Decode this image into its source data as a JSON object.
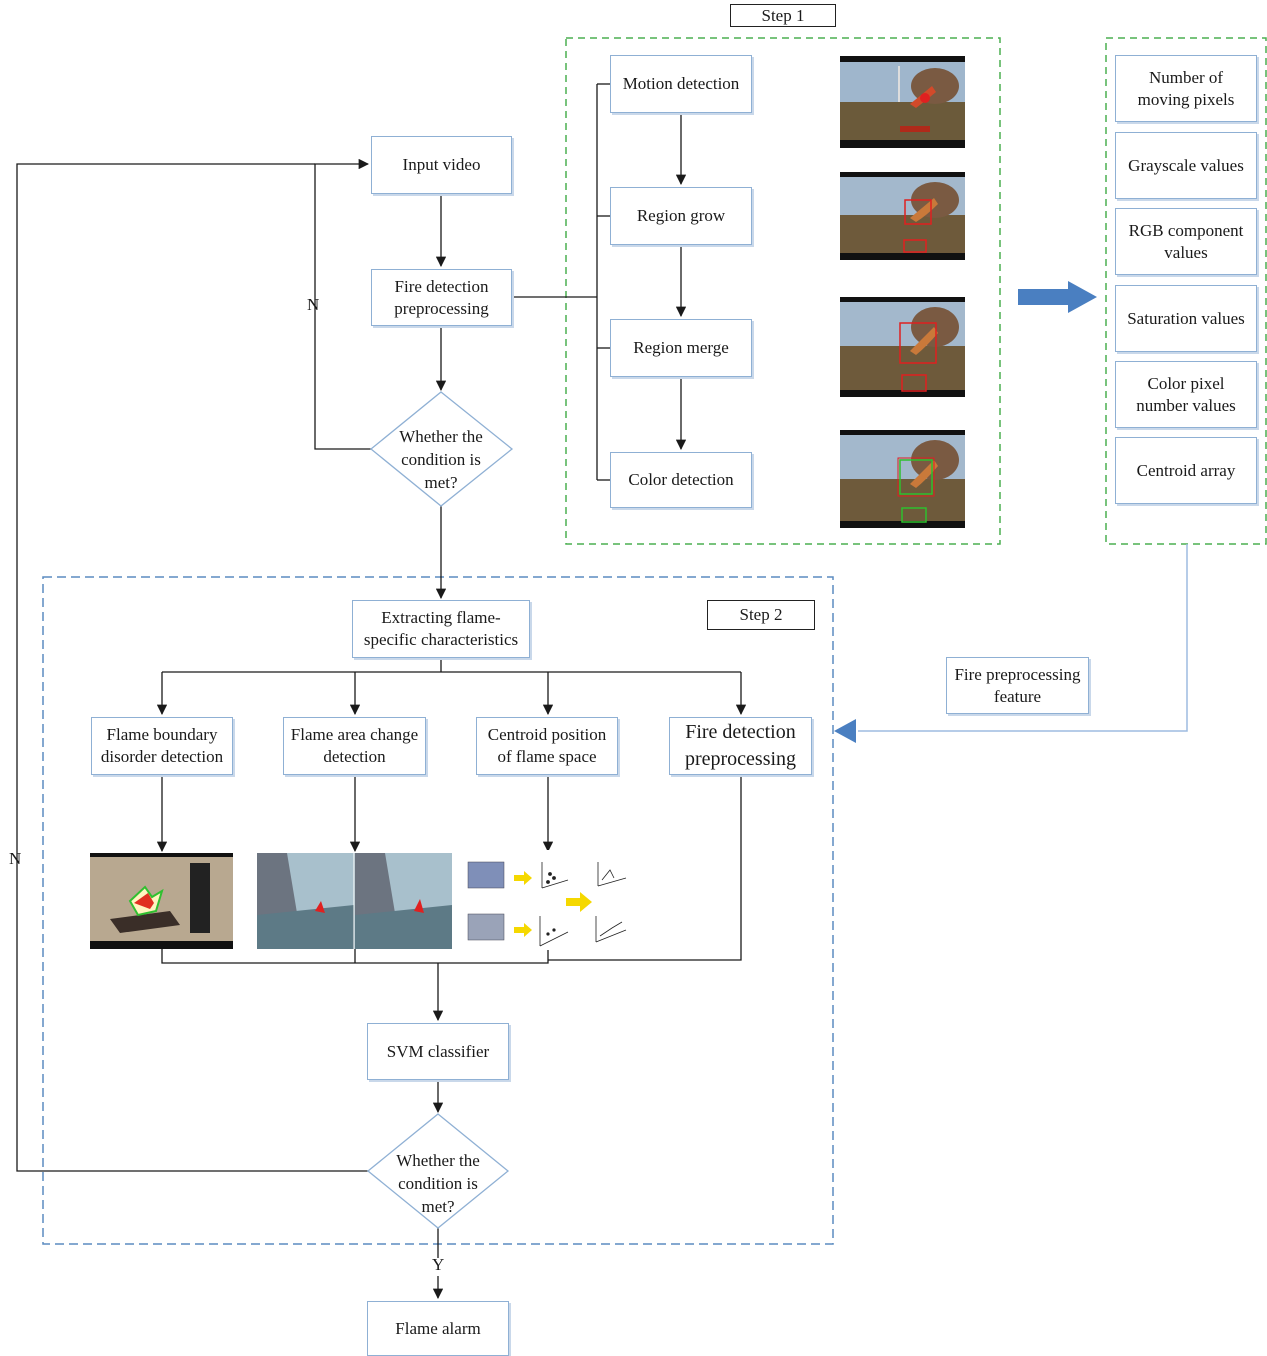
{
  "step1": {
    "label": "Step 1",
    "flow": {
      "input_video": "Input video",
      "preprocessing": "Fire detection\npreprocessing",
      "decision": "Whether the\ncondition is\nmet?",
      "no_label": "N"
    },
    "stages": [
      "Motion detection",
      "Region grow",
      "Region merge",
      "Color detection"
    ],
    "features": [
      "Number of\nmoving pixels",
      "Grayscale values",
      "RGB component\nvalues",
      "Saturation values",
      "Color pixel\nnumber values",
      "Centroid array"
    ]
  },
  "feature_link": "Fire preprocessing\nfeature",
  "step2": {
    "label": "Step 2",
    "extract": "Extracting flame-\nspecific characteristics",
    "branches": [
      "Flame boundary\ndisorder detection",
      "Flame area change\ndetection",
      "Centroid position\nof flame space",
      "Fire detection\npreprocessing"
    ],
    "classifier": "SVM classifier",
    "decision": "Whether the\ncondition is\nmet?"
  },
  "outer_no_label": "N",
  "yes_label": "Y",
  "alarm": "Flame alarm",
  "colors": {
    "box_border": "#8fb0d4",
    "dashed_green": "#4caf50",
    "dashed_blue": "#5b8cc0",
    "arrow_blue": "#4a7fc1"
  }
}
